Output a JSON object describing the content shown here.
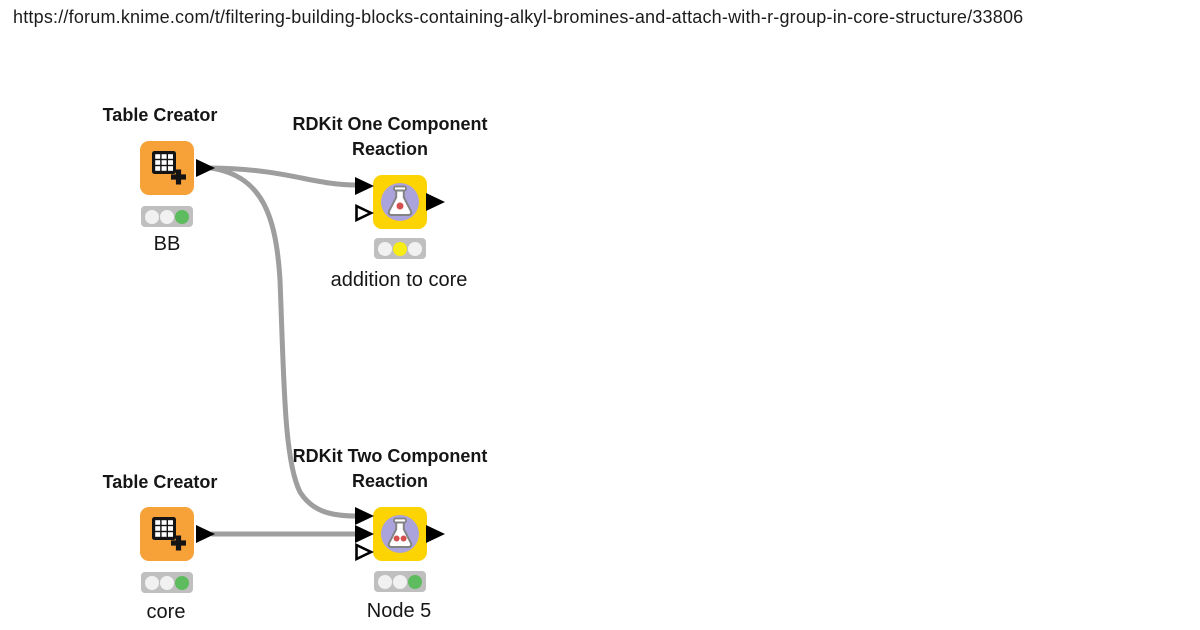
{
  "page": {
    "url": "https://forum.knime.com/t/filtering-building-blocks-containing-alkyl-bromines-and-attach-with-r-group-in-core-structure/33806"
  },
  "colors": {
    "node_orange": "#F7A139",
    "node_yellow": "#FCD303",
    "rdkit_icon_circle": "#ABA3DC",
    "wire_gray": "#9E9E9E",
    "traffic_background": "#BFBFBF",
    "light_off": "#F1F1F1",
    "light_green": "#5DBC5D",
    "light_yellow": "#F7EC13",
    "port_black": "#000000"
  },
  "icons": {
    "table_creator": "table-grid-plus-icon",
    "rdkit_reaction": "flask-icon"
  },
  "nodes": {
    "bb": {
      "title": "Table Creator",
      "label": "BB",
      "lights": [
        "off",
        "off",
        "green"
      ]
    },
    "one": {
      "title": "RDKit One Component",
      "title2": "Reaction",
      "label": "addition to core",
      "lights": [
        "off",
        "yellow",
        "off"
      ]
    },
    "core": {
      "title": "Table Creator",
      "label": "core",
      "lights": [
        "off",
        "off",
        "green"
      ]
    },
    "two": {
      "title": "RDKit Two Component",
      "title2": "Reaction",
      "label": "Node 5",
      "lights": [
        "off",
        "off",
        "green"
      ]
    }
  }
}
